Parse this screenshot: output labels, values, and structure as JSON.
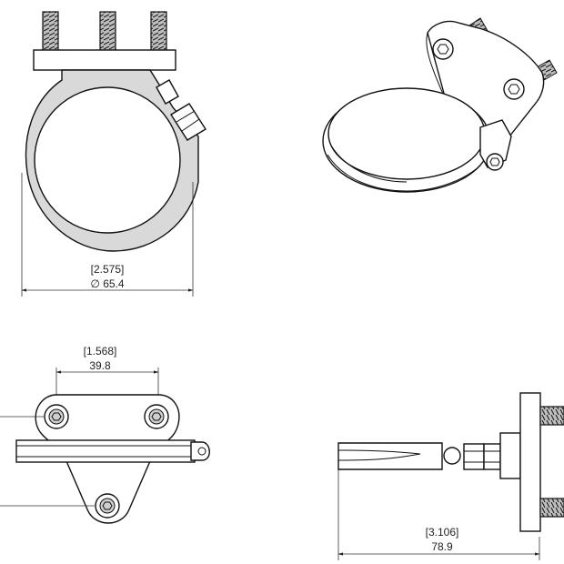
{
  "views": {
    "front": {
      "dim_inch": "[2.575]",
      "dim_mm": "∅ 65.4"
    },
    "top": {
      "dim_inch": "[1.568]",
      "dim_mm": "39.8"
    },
    "side": {
      "dim_inch": "[3.106]",
      "dim_mm": "78.9"
    }
  },
  "colors": {
    "line": "#111111",
    "fill": "#d9d9d9",
    "background": "#ffffff"
  }
}
